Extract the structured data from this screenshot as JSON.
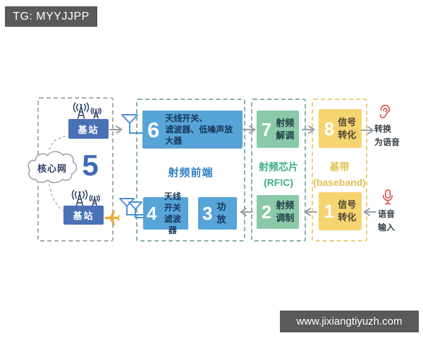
{
  "watermarks": {
    "top": "TG: MYYJJPP",
    "bottom": "www.jixiangtiyuzh.com"
  },
  "network": {
    "cloud": "核心网",
    "step": "5",
    "station_top": "基站",
    "station_bottom": "基站"
  },
  "rf_frontend": {
    "title": "射频前端",
    "box6": {
      "num": "6",
      "line1": "天线开关、",
      "line2": "滤波器、低噪声放大器"
    },
    "box4": {
      "num": "4",
      "line1": "天线开关",
      "line2": "滤波器"
    },
    "box3": {
      "num": "3",
      "label": "功放"
    }
  },
  "rfic": {
    "title_line1": "射频芯片",
    "title_line2": "(RFIC)",
    "box7": {
      "num": "7",
      "line1": "射频",
      "line2": "解调"
    },
    "box2": {
      "num": "2",
      "line1": "射频",
      "line2": "调制"
    }
  },
  "baseband": {
    "title_line1": "基带",
    "title_line2": "(baseband)",
    "box8": {
      "num": "8",
      "line1": "信号",
      "line2": "转化"
    },
    "box1": {
      "num": "1",
      "line1": "信号",
      "line2": "转化"
    }
  },
  "io": {
    "output_line1": "转换",
    "output_line2": "为语音",
    "input_line1": "语音",
    "input_line2": "输入"
  },
  "icons": {
    "cloud": "cloud-shape",
    "radio_tower": "radio-tower-with-waves",
    "horn_antenna": "horn-antenna",
    "airplane": "airplane-left",
    "ear": "ear-outline",
    "microphone": "microphone-outline",
    "arrow": "open-chevron-arrow"
  },
  "colors": {
    "banner_bg": "#58595b",
    "station_blue": "#4a70b6",
    "box_blue": "#57a4d9",
    "box_green": "#8bcaa9",
    "box_yellow": "#f6d470",
    "frontend_label": "#2e80c3",
    "rfic_label": "#3fae85",
    "baseband_label": "#e2be52",
    "border_gray": "#acacac",
    "border_teal": "#86b1a7",
    "border_yellow": "#e8ce7b",
    "arrow_gray": "#9aa0a3",
    "icon_red": "#d9534f",
    "plane_orange": "#f0a838",
    "tower_navy": "#2b3f66",
    "antenna_blue": "#4a90d9"
  }
}
